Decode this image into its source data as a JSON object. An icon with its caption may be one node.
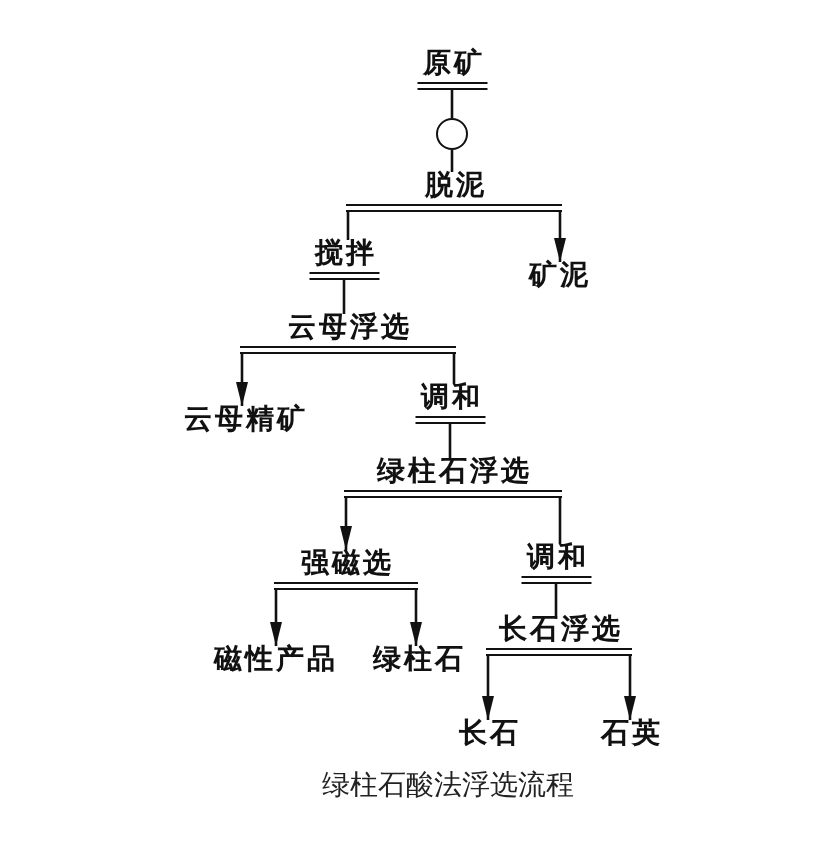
{
  "diagram": {
    "caption": "绿柱石酸法浮选流程",
    "nodes": [
      {
        "text": [
          "原矿"
        ]
      },
      {
        "text": [],
        "shape": "circle"
      },
      {
        "text": [
          "脱泥"
        ]
      },
      {
        "text": [
          "搅拌"
        ]
      },
      {
        "text": [
          "矿泥"
        ]
      },
      {
        "text": [
          "云母浮选"
        ]
      },
      {
        "text": [
          "云母精矿"
        ]
      },
      {
        "text": [
          "调和"
        ]
      },
      {
        "text": [
          "绿柱石浮选"
        ]
      },
      {
        "text": [
          "强磁选"
        ]
      },
      {
        "text": [
          "调和"
        ]
      },
      {
        "text": [
          "长石浮选"
        ]
      },
      {
        "text": [
          "磁性产品"
        ]
      },
      {
        "text": [
          "绿柱石"
        ]
      },
      {
        "text": [
          "长石"
        ]
      },
      {
        "text": [
          "石英"
        ]
      }
    ],
    "edges": [
      {
        "from": 0,
        "to": 1,
        "arrow": "none"
      },
      {
        "from": 1,
        "to": 2,
        "arrow": "none"
      },
      {
        "from": 2,
        "to": 3,
        "arrow": "none"
      },
      {
        "from": 2,
        "to": 4,
        "arrow": "to"
      },
      {
        "from": 3,
        "to": 5,
        "arrow": "none"
      },
      {
        "from": 5,
        "to": 6,
        "arrow": "to"
      },
      {
        "from": 5,
        "to": 7,
        "arrow": "none"
      },
      {
        "from": 7,
        "to": 8,
        "arrow": "none"
      },
      {
        "from": 8,
        "to": 9,
        "arrow": "to"
      },
      {
        "from": 8,
        "to": 10,
        "arrow": "none"
      },
      {
        "from": 10,
        "to": 11,
        "arrow": "none"
      },
      {
        "from": 9,
        "to": 12,
        "arrow": "to"
      },
      {
        "from": 9,
        "to": 13,
        "arrow": "to"
      },
      {
        "from": 11,
        "to": 14,
        "arrow": "to"
      },
      {
        "from": 11,
        "to": 15,
        "arrow": "to"
      }
    ]
  }
}
